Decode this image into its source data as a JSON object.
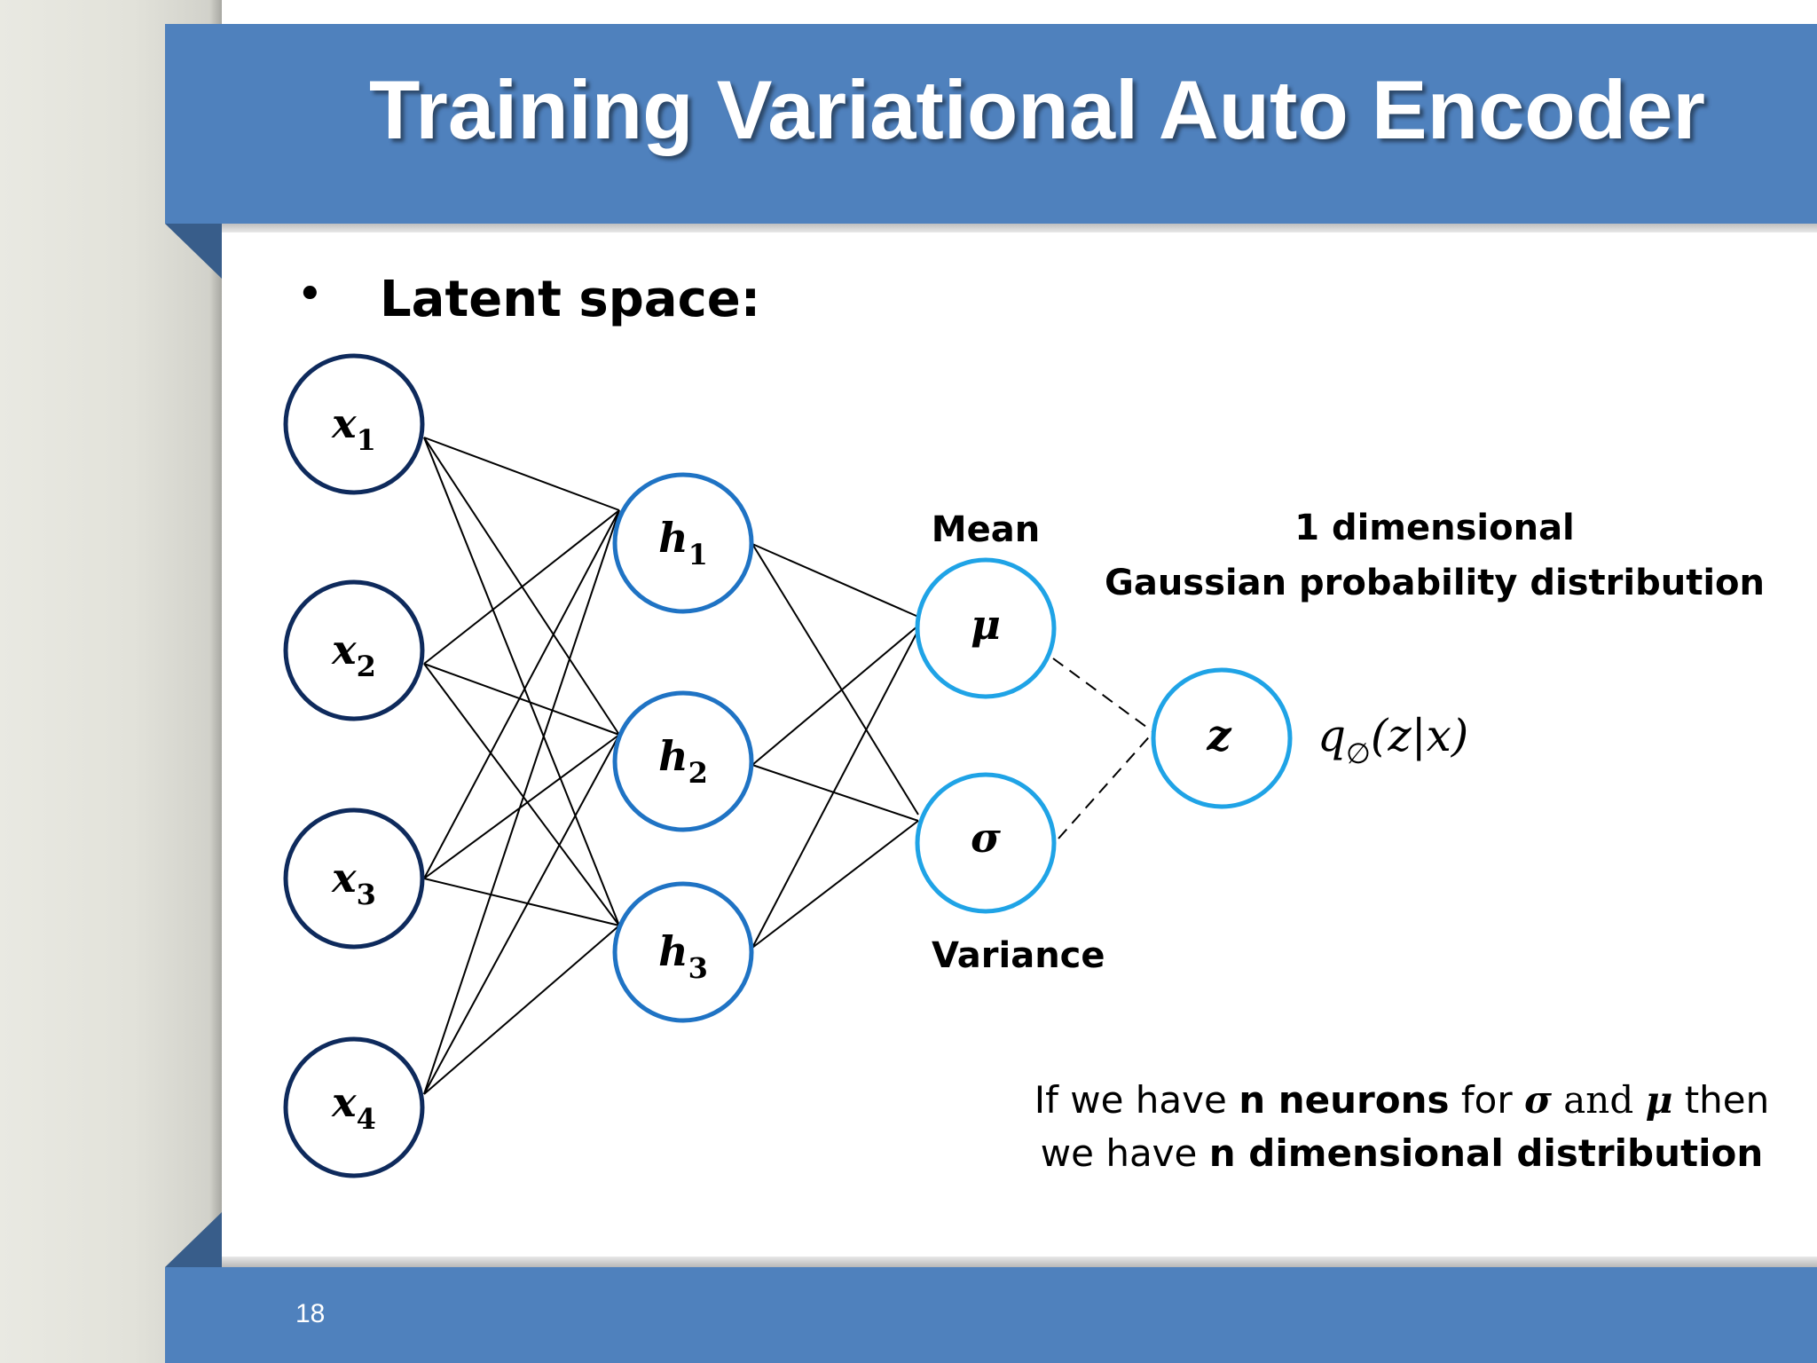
{
  "slide": {
    "title": "Training Variational Auto Encoder",
    "bullet": "Latent space:",
    "page_number": "18"
  },
  "diagram": {
    "inputs": [
      {
        "base": "x",
        "sub": "1"
      },
      {
        "base": "x",
        "sub": "2"
      },
      {
        "base": "x",
        "sub": "3"
      },
      {
        "base": "x",
        "sub": "4"
      }
    ],
    "hidden": [
      {
        "base": "h",
        "sub": "1"
      },
      {
        "base": "h",
        "sub": "2"
      },
      {
        "base": "h",
        "sub": "3"
      }
    ],
    "mean_node": "μ",
    "variance_node": "σ",
    "z_node": "z",
    "mean_label": "Mean",
    "variance_label": "Variance",
    "distribution_title_line1": "1 dimensional",
    "distribution_title_line2": "Gaussian probability distribution",
    "posterior": {
      "q": "q",
      "sub": "∅",
      "args": "(z|x)"
    },
    "colors": {
      "input_ring": "#0e2a5c",
      "hidden_ring": "#1f73c4",
      "latent_ring": "#1fa3e6",
      "edge": "#000000"
    }
  },
  "note": {
    "l1_a": "If we have ",
    "l1_b": "n neurons",
    "l1_c": " for ",
    "l1_d": "σ",
    "l1_e": " and ",
    "l1_f": "μ",
    "l1_g": " then",
    "l2_a": "we have ",
    "l2_b": "n dimensional distribution"
  }
}
